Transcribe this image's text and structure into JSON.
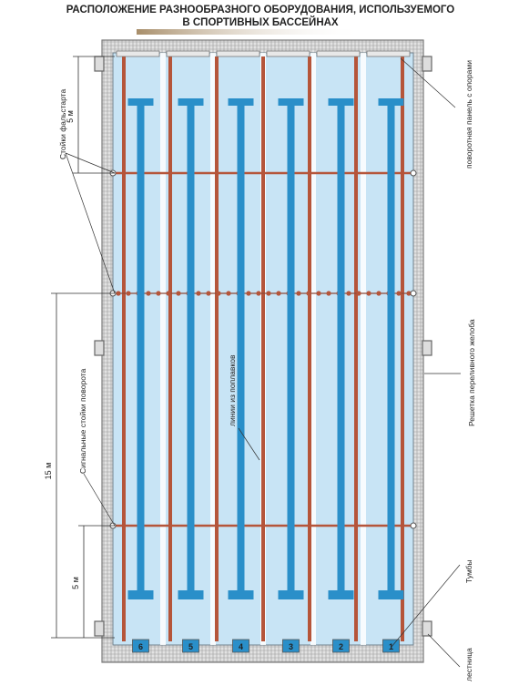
{
  "title": {
    "line1": "РАСПОЛОЖЕНИЕ РАЗНООБРАЗНОГО ОБОРУДОВАНИЯ, ИСПОЛЬЗУЕМОГО",
    "line2": "В СПОРТИВНЫХ БАССЕЙНАХ"
  },
  "labels": {
    "false_start_posts": "Стойки фальстарта",
    "turn_signal_posts": "Сигнальные стойки поворота",
    "turning_panel": "поворотная панель с опорами",
    "overflow_grate": "Решетка переливного желоба",
    "float_lines": "линии из поплавков",
    "starting_blocks": "Тумбы",
    "ladder": "лестница"
  },
  "dimensions": {
    "top": "5 м",
    "middle": "15 м",
    "bottom": "5 м"
  },
  "lanes": [
    "6",
    "5",
    "4",
    "3",
    "2",
    "1"
  ],
  "colors": {
    "water": "#c8e4f5",
    "lane_marking": "#2a8fc9",
    "rope": "#b5553a",
    "deck": "#d8d8d8",
    "frame": "#7a7a7a"
  }
}
